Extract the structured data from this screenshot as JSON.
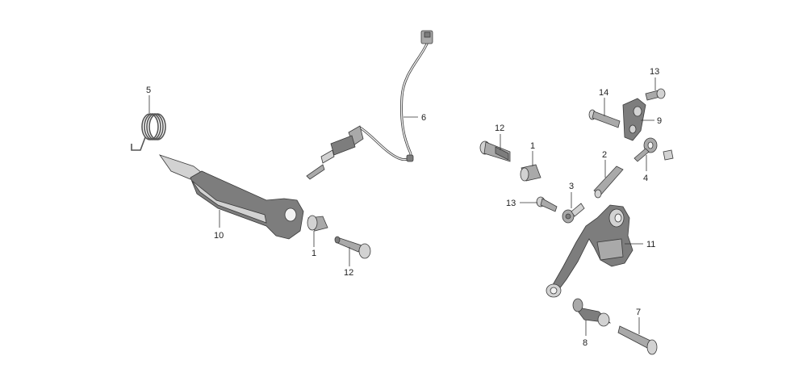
{
  "callouts": {
    "c1a": "1",
    "c1b": "1",
    "c2": "2",
    "c3": "3",
    "c4": "4",
    "c5": "5",
    "c6": "6",
    "c7": "7",
    "c8": "8",
    "c9": "9",
    "c10": "10",
    "c11": "11",
    "c12a": "12",
    "c12b": "12",
    "c13a": "13",
    "c13b": "13",
    "c14": "14"
  },
  "colors": {
    "line": "#333333",
    "part_dark": "#7d7d7d",
    "part_light": "#d2d2d2"
  }
}
